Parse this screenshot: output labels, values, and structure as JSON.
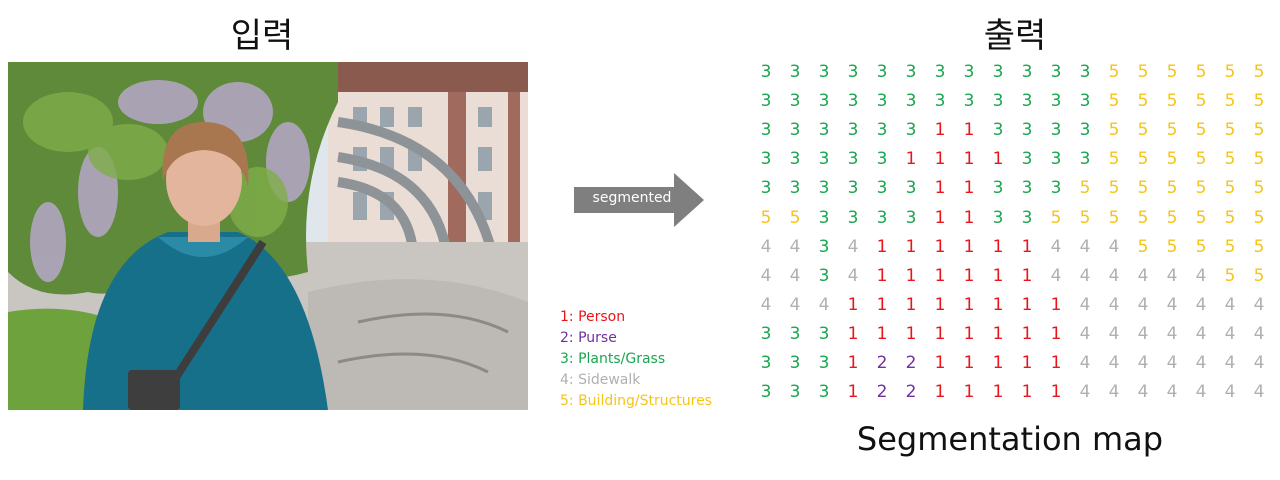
{
  "titles": {
    "input": "입력",
    "output": "출력"
  },
  "arrow_label": "segmented",
  "caption": "Segmentation map",
  "colors": {
    "1": "#e8161c",
    "2": "#7030a0",
    "3": "#1aa650",
    "4": "#b0b0b0",
    "5": "#f5c518"
  },
  "legend": [
    {
      "id": "1",
      "label": "1: Person"
    },
    {
      "id": "2",
      "label": "2: Purse"
    },
    {
      "id": "3",
      "label": "3: Plants/Grass"
    },
    {
      "id": "4",
      "label": "4: Sidewalk"
    },
    {
      "id": "5",
      "label": "5: Building/Structures"
    }
  ],
  "segmentation_grid": [
    [
      3,
      3,
      3,
      3,
      3,
      3,
      3,
      3,
      3,
      3,
      3,
      3,
      5,
      5,
      5,
      5,
      5,
      5
    ],
    [
      3,
      3,
      3,
      3,
      3,
      3,
      3,
      3,
      3,
      3,
      3,
      3,
      5,
      5,
      5,
      5,
      5,
      5
    ],
    [
      3,
      3,
      3,
      3,
      3,
      3,
      1,
      1,
      3,
      3,
      3,
      3,
      5,
      5,
      5,
      5,
      5,
      5
    ],
    [
      3,
      3,
      3,
      3,
      3,
      1,
      1,
      1,
      1,
      3,
      3,
      3,
      5,
      5,
      5,
      5,
      5,
      5
    ],
    [
      3,
      3,
      3,
      3,
      3,
      3,
      1,
      1,
      3,
      3,
      3,
      5,
      5,
      5,
      5,
      5,
      5,
      5
    ],
    [
      5,
      5,
      3,
      3,
      3,
      3,
      1,
      1,
      3,
      3,
      5,
      5,
      5,
      5,
      5,
      5,
      5,
      5
    ],
    [
      4,
      4,
      3,
      4,
      1,
      1,
      1,
      1,
      1,
      1,
      4,
      4,
      4,
      5,
      5,
      5,
      5,
      5
    ],
    [
      4,
      4,
      3,
      4,
      1,
      1,
      1,
      1,
      1,
      1,
      4,
      4,
      4,
      4,
      4,
      4,
      5,
      5
    ],
    [
      4,
      4,
      4,
      1,
      1,
      1,
      1,
      1,
      1,
      1,
      1,
      4,
      4,
      4,
      4,
      4,
      4,
      4
    ],
    [
      3,
      3,
      3,
      1,
      1,
      1,
      1,
      1,
      1,
      1,
      1,
      4,
      4,
      4,
      4,
      4,
      4,
      4
    ],
    [
      3,
      3,
      3,
      1,
      2,
      2,
      1,
      1,
      1,
      1,
      1,
      4,
      4,
      4,
      4,
      4,
      4,
      4
    ],
    [
      3,
      3,
      3,
      1,
      2,
      2,
      1,
      1,
      1,
      1,
      1,
      4,
      4,
      4,
      4,
      4,
      4,
      4
    ]
  ]
}
